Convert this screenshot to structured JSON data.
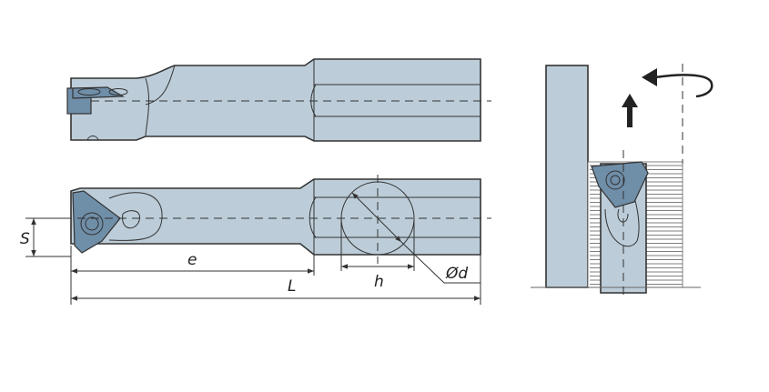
{
  "diagram": {
    "colors": {
      "body": "#bccdd9",
      "insert": "#6f8ea8",
      "outline": "#333333"
    },
    "labels": {
      "S": "S",
      "e": "e",
      "L": "L",
      "h": "h",
      "d": "Ød"
    }
  }
}
